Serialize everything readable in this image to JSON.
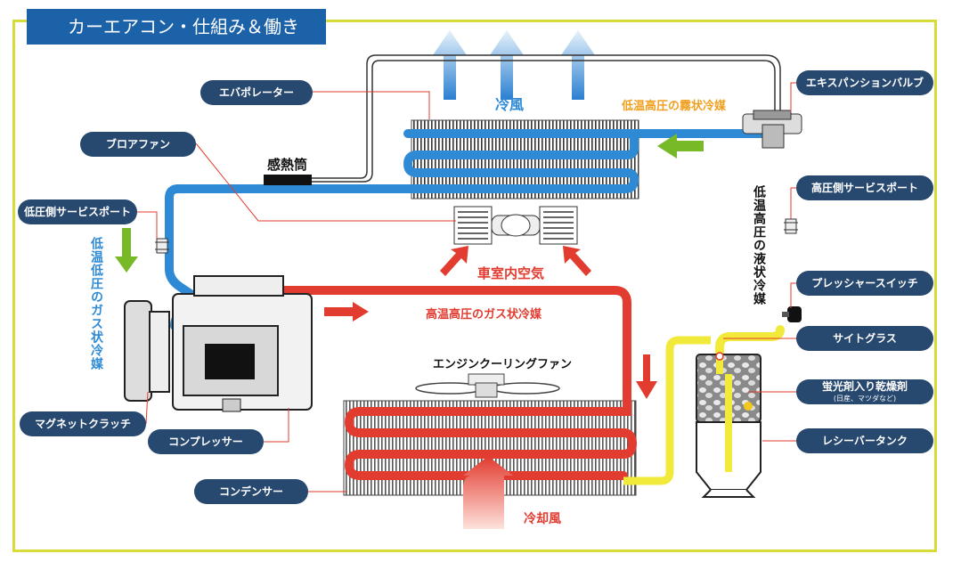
{
  "title": "カーエアコン・仕組み＆働き",
  "parts": {
    "evaporator": "エバポレーター",
    "blower_fan": "ブロアファン",
    "low_side_port": "低圧側サービスポート",
    "magnet_clutch": "マグネットクラッチ",
    "compressor": "コンプレッサー",
    "condenser": "コンデンサー",
    "expansion_valve": "エキスパンションバルブ",
    "high_side_port": "高圧側サービスポート",
    "pressure_switch": "プレッシャースイッチ",
    "sight_glass": "サイトグラス",
    "desiccant": "蛍光剤入り乾燥剤",
    "desiccant_note": "(日産、マツダなど)",
    "receiver_tank": "レシーバータンク"
  },
  "labels": {
    "cold_air": "冷風",
    "mist_refrigerant": "低温高圧の霧状冷媒",
    "thermo_bulb": "感熱筒",
    "cabin_air": "車室内空気",
    "hot_gas": "高温高圧のガス状冷媒",
    "engine_fan": "エンジンクーリングファン",
    "cooling_air": "冷却風",
    "low_gas": "低温低圧のガス状冷媒",
    "high_liquid": "低温高圧の液状冷媒"
  },
  "colors": {
    "title_bg": "#1c62a8",
    "frame": "#d7dc3a",
    "pill": "#27486f",
    "cold_pipe": "#2f8ad6",
    "hot_pipe": "#e23b2f",
    "liquid_pipe": "#f2ea3a",
    "green_arrow": "#78b928",
    "orange_text": "#f0a020"
  }
}
